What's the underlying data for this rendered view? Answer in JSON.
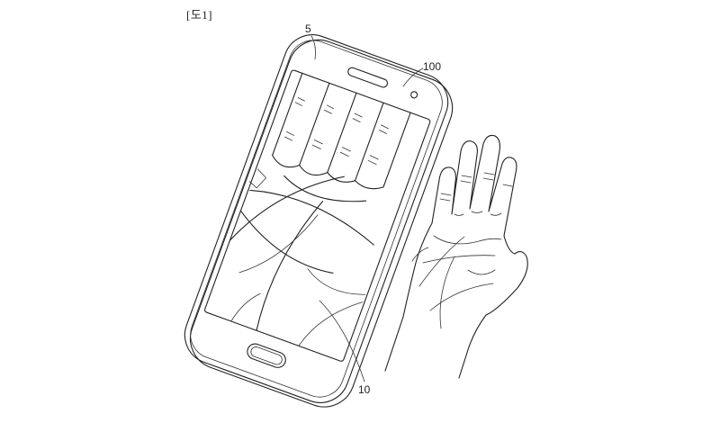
{
  "figure": {
    "label": "[도1]",
    "reference_numerals": {
      "screen_edge": "5",
      "device": "100",
      "palm_image": "10"
    }
  }
}
